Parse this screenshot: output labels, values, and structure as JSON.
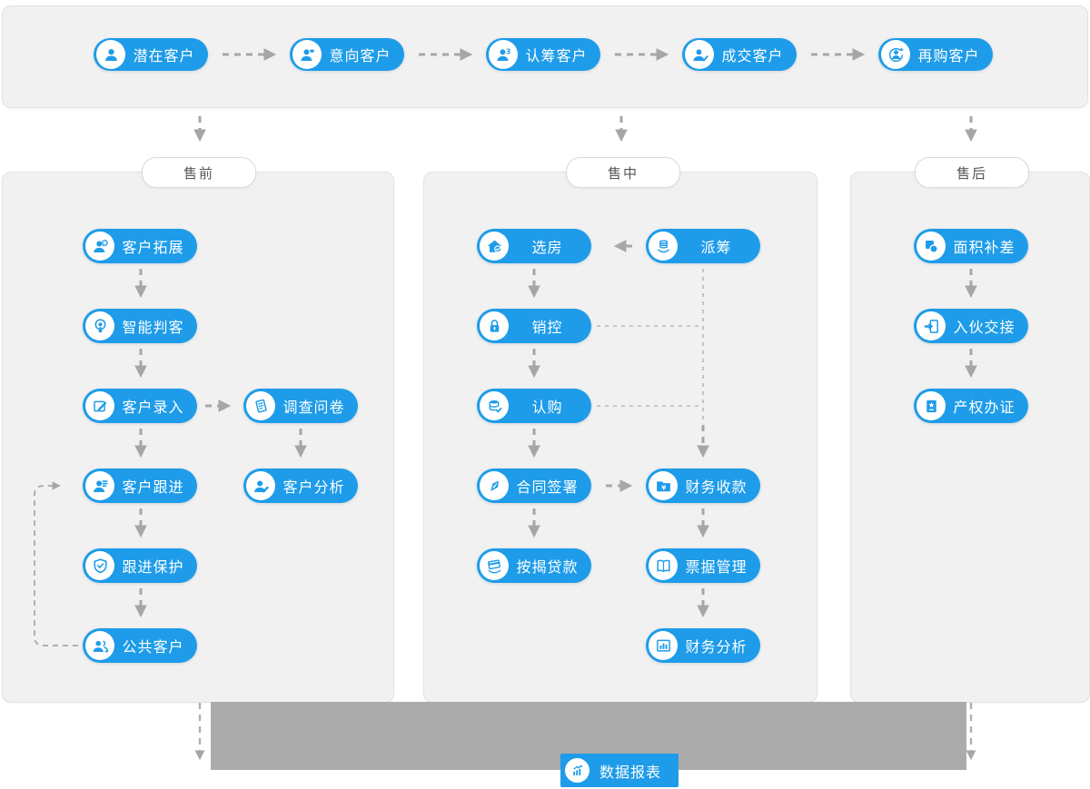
{
  "colors": {
    "primary_blue": "#1e9ce9",
    "panel_bg": "#f1f1f1",
    "panel_border": "#e2e2e2",
    "gray_bar": "#ababab",
    "arrow_gray": "#a6a6a6",
    "tab_text": "#555555"
  },
  "top_flow": {
    "stages": [
      {
        "label": "潜在客户",
        "icon": "user-icon"
      },
      {
        "label": "意向客户",
        "icon": "user-heart-icon"
      },
      {
        "label": "认筹客户",
        "icon": "user-badge3-icon"
      },
      {
        "label": "成交客户",
        "icon": "user-check-icon"
      },
      {
        "label": "再购客户",
        "icon": "user-repeat-icon"
      }
    ]
  },
  "sections": {
    "pre_sale": {
      "tab": "售前",
      "items": [
        {
          "label": "客户拓展",
          "icon": "user-chat-icon"
        },
        {
          "label": "智能判客",
          "icon": "beacon-icon"
        },
        {
          "label": "客户录入",
          "icon": "edit-square-icon"
        },
        {
          "label": "调查问卷",
          "icon": "survey-page-icon"
        },
        {
          "label": "客户跟进",
          "icon": "user-list-icon"
        },
        {
          "label": "客户分析",
          "icon": "user-pencil-icon"
        },
        {
          "label": "跟进保护",
          "icon": "shield-icon"
        },
        {
          "label": "公共客户",
          "icon": "users-icon"
        }
      ]
    },
    "mid_sale": {
      "tab": "售中",
      "items": [
        {
          "label": "选房",
          "icon": "home-check-icon"
        },
        {
          "label": "派筹",
          "icon": "coins-hand-icon"
        },
        {
          "label": "销控",
          "icon": "lock-icon"
        },
        {
          "label": "认购",
          "icon": "database-check-icon"
        },
        {
          "label": "合同签署",
          "icon": "pen-nib-icon"
        },
        {
          "label": "财务收款",
          "icon": "folder-yen-icon"
        },
        {
          "label": "按揭贷款",
          "icon": "card-hand-icon"
        },
        {
          "label": "票据管理",
          "icon": "book-icon"
        },
        {
          "label": "财务分析",
          "icon": "bar-chart-frame-icon"
        }
      ]
    },
    "after_sale": {
      "tab": "售后",
      "items": [
        {
          "label": "面积补差",
          "icon": "shapes-overlap-icon"
        },
        {
          "label": "入伙交接",
          "icon": "handover-icon"
        },
        {
          "label": "产权办证",
          "icon": "certificate-star-icon"
        }
      ]
    }
  },
  "footer": {
    "report_label": "数据报表",
    "report_icon": "chart-up-icon"
  }
}
